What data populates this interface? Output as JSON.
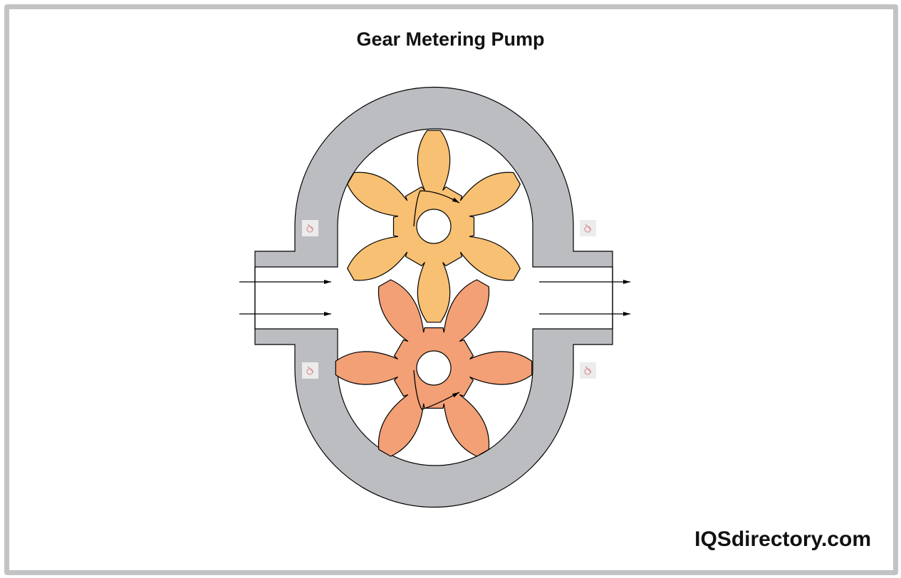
{
  "title": "Gear Metering Pump",
  "brand": "IQSdirectory.com",
  "colors": {
    "housing": "#bcbdc0",
    "upper_gear": "#f8c072",
    "lower_gear": "#f3a076",
    "frame": "#c2c3c5"
  },
  "components": {
    "housing": "pump-casing",
    "upper_gear": "drive-gear",
    "lower_gear": "driven-gear",
    "inlet": "inlet-flow-arrows",
    "outlet": "outlet-flow-arrows"
  }
}
